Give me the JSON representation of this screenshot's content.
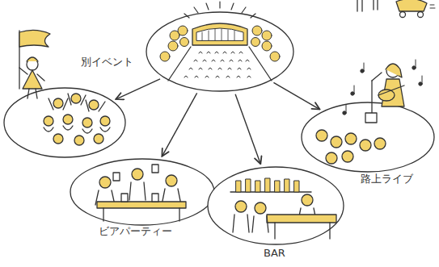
{
  "diagram": {
    "nodes": [
      {
        "text": []
      },
      {
        "text": [
          "別イベント"
        ]
      },
      {
        "text": [
          "路上ライブ"
        ]
      },
      {
        "text": [
          "ビアパーティー"
        ]
      },
      {
        "text": [
          "BAR"
        ]
      }
    ],
    "edges": [
      {
        "from": 0,
        "to": 1,
        "arrow": "to"
      },
      {
        "from": 0,
        "to": 3,
        "arrow": "to"
      },
      {
        "from": 0,
        "to": 4,
        "arrow": "to"
      },
      {
        "from": 0,
        "to": 2,
        "arrow": "to"
      }
    ]
  }
}
